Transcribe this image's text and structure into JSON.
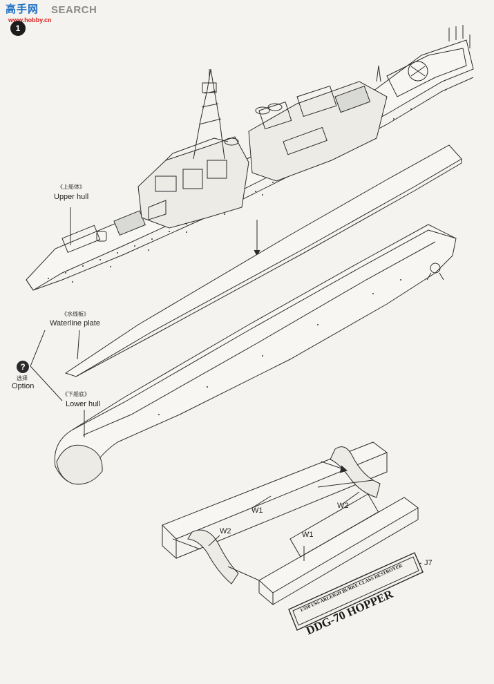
{
  "header": {
    "site_cn": "高手网",
    "site_url": "www.hobby.cn",
    "brand": "SEARCH",
    "step_number": "1"
  },
  "labels": {
    "upper_hull_cn": "《上船体》",
    "upper_hull": "Upper hull",
    "waterline_cn": "《水线板》",
    "waterline": "Waterline plate",
    "option_cn": "选择",
    "option": "Option",
    "option_icon": "?",
    "lower_hull_cn": "《下船底》",
    "lower_hull": "Lower hull"
  },
  "stand": {
    "w1_top": "W1",
    "w2_top": "W2",
    "w2_bottom": "W2",
    "w1_bottom": "W1",
    "j7": "J7",
    "plaque_line1": "1/350 USS ARLEIGH BURKE CLASS DESTROYER",
    "plaque_line2": "DDG-70 HOPPER"
  },
  "colors": {
    "line": "#2a2a2a",
    "paper": "#f4f3ef",
    "logo_red": "#c9242b",
    "logo_blue": "#1f6fc4"
  }
}
